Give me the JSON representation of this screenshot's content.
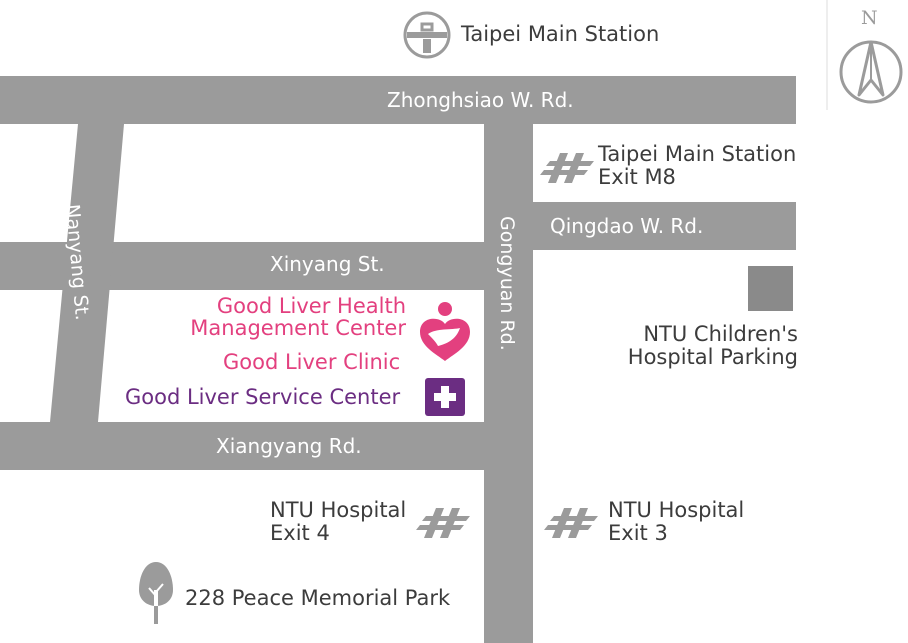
{
  "landmarks": {
    "taipei_main_station": "Taipei Main Station",
    "exit_m8": [
      "Taipei Main Station",
      "Exit M8"
    ],
    "exit_4": [
      "NTU Hospital",
      "Exit 4"
    ],
    "exit_3": [
      "NTU Hospital",
      "Exit 3"
    ],
    "parking": [
      "NTU Children's",
      "Hospital Parking"
    ],
    "park": "228 Peace Memorial Park"
  },
  "roads": {
    "zhonghsiao": "Zhonghsiao W. Rd.",
    "qingdao": "Qingdao W.  Rd.",
    "xinyang": "Xinyang  St.",
    "xiangyang": "Xiangyang  Rd.",
    "nanyang": "Nanyang  St.",
    "gongyuan": "Gongyuan Rd."
  },
  "destination": {
    "health_center": [
      "Good Liver Health",
      "Management Center"
    ],
    "clinic": "Good Liver Clinic",
    "service_center": "Good Liver Service Center"
  },
  "compass": {
    "north": "N"
  },
  "colors": {
    "road": "#9b9b9b",
    "pink": "#e3407f",
    "purple": "#6b2d82",
    "text": "#3c3c3c"
  },
  "icons": {
    "station": "railway-station-icon",
    "metro": "metro-icon",
    "clinic": "liver-heart-icon",
    "service": "plus-cross-icon",
    "parking": "parking-square-icon",
    "park": "tree-icon"
  }
}
